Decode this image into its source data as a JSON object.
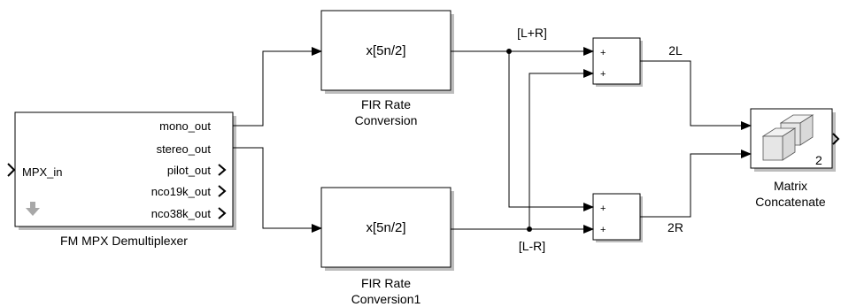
{
  "demux": {
    "caption": "FM MPX Demultiplexer",
    "input_port": "MPX_in",
    "output_ports": [
      "mono_out",
      "stereo_out",
      "pilot_out",
      "nco19k_out",
      "nco38k_out"
    ]
  },
  "fir_top": {
    "expression": "x[5n/2]",
    "caption_line1": "FIR Rate",
    "caption_line2": "Conversion"
  },
  "fir_bottom": {
    "expression": "x[5n/2]",
    "caption_line1": "FIR Rate",
    "caption_line2": "Conversion1"
  },
  "signals": {
    "sum_label": "[L+R]",
    "diff_label": "[L-R]",
    "left_label": "2L",
    "right_label": "2R"
  },
  "sum_top": {
    "signs": [
      "+",
      "+"
    ]
  },
  "sum_bottom": {
    "signs": [
      "+",
      "+"
    ]
  },
  "concat": {
    "caption_line1": "Matrix",
    "caption_line2": "Concatenate",
    "dim_label": "2"
  },
  "colors": {
    "stroke": "#000000",
    "shadow": "#bdbdbd",
    "cube_fill": "#d9d9d9",
    "cube_face": "#f2f2f2",
    "arrow_icon": "#a8a8a8"
  }
}
